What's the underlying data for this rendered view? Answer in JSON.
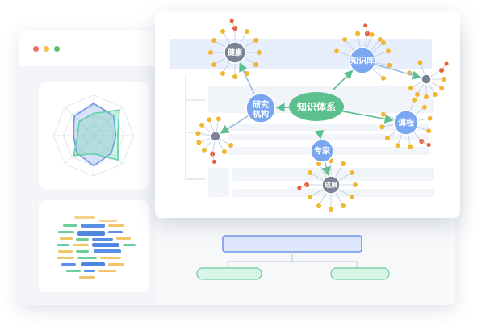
{
  "window_dots": {
    "red": "#f26d5f",
    "yellow": "#f5bf4f",
    "green": "#5bc36b"
  },
  "colors": {
    "center_node": "#5bbf8e",
    "blue_node": "#7ba6f0",
    "gray_node": "#7a8496",
    "leaf_yellow": "#f2b731",
    "leaf_red": "#ea5b3a",
    "edge": "#9cb9e6",
    "radar_blue": "#6e95e6",
    "radar_green": "#5fd3a3",
    "flow_box_blue": "#dfe8fc",
    "flow_box_green": "#d8f5e8"
  },
  "graph": {
    "center": "知识体系",
    "nodes": {
      "n_health": "健康",
      "n_knowledge_base": "知识库",
      "n_research": "研究机构",
      "n_course": "课程",
      "n_expert": "专家",
      "n_results": "成果"
    }
  },
  "radar": {
    "series": [
      {
        "values": [
          0.8,
          0.7,
          0.55,
          0.62,
          0.75,
          0.6,
          0.5,
          0.68
        ]
      },
      {
        "values": [
          0.55,
          0.9,
          0.6,
          0.85,
          0.45,
          0.7,
          0.4,
          0.5
        ]
      }
    ]
  }
}
